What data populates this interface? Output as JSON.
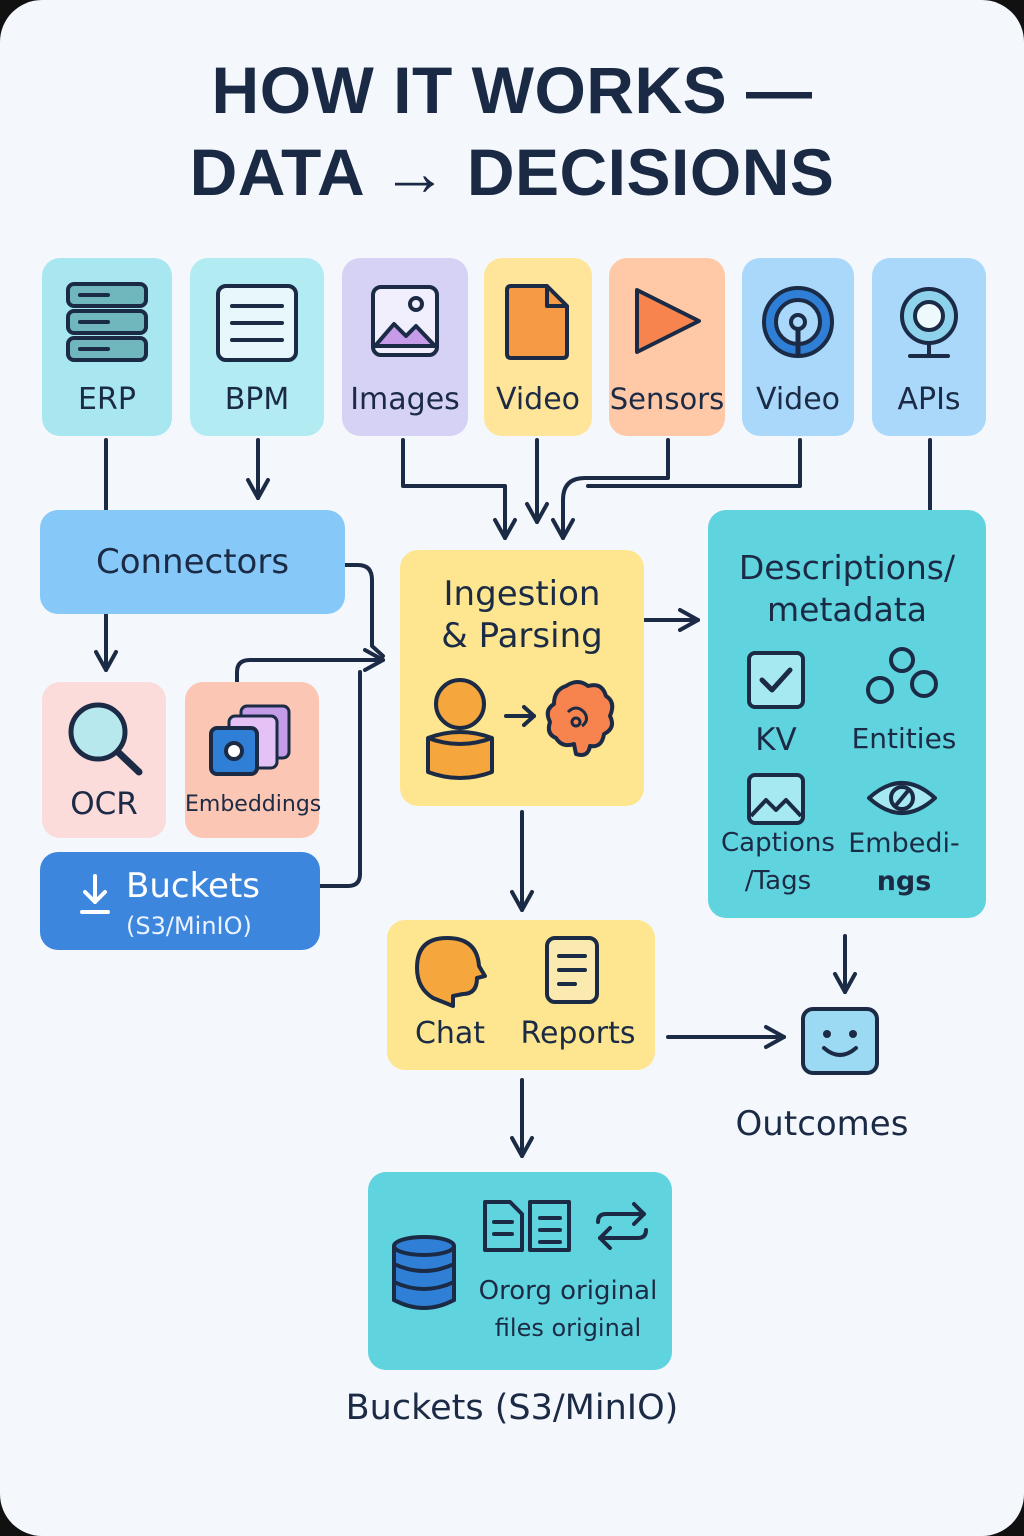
{
  "title": {
    "line1": "HOW IT WORKS —",
    "line2": "DATA → DECISIONS"
  },
  "sources": [
    {
      "label": "ERP",
      "icon": "server-rack-icon",
      "color": "#a8e6f0"
    },
    {
      "label": "BPM",
      "icon": "document-list-icon",
      "color": "#b2ebf2"
    },
    {
      "label": "Images",
      "icon": "image-icon",
      "color": "#d6d2f5"
    },
    {
      "label": "Video",
      "icon": "file-icon",
      "color": "#ffe59a"
    },
    {
      "label": "Sensors",
      "icon": "play-icon",
      "color": "#ffc9a8"
    },
    {
      "label": "Video",
      "icon": "target-icon",
      "color": "#a9d8fb"
    },
    {
      "label": "APIs",
      "icon": "webcam-icon",
      "color": "#a9d8fb"
    }
  ],
  "connectors": {
    "label": "Connectors"
  },
  "ocr": {
    "label": "OCR"
  },
  "embeddings_small": {
    "label": "Embeddings"
  },
  "buckets_left": {
    "title": "Buckets",
    "subtitle": "(S3/MinIO)"
  },
  "ingestion": {
    "line1": "Ingestion",
    "line2": "& Parsing"
  },
  "metadata": {
    "line1": "Descriptions/",
    "line2": "metadata",
    "items": [
      {
        "label": "KV",
        "icon": "checkbox-icon"
      },
      {
        "label": "Entities",
        "icon": "entities-icon"
      },
      {
        "label_line1": "Captions",
        "label_line2": "/Tags",
        "icon": "image-frame-icon"
      },
      {
        "label_line1": "Embedi-",
        "label_line2": "ngs",
        "icon": "eye-icon"
      }
    ]
  },
  "outputs": {
    "chat": "Chat",
    "reports": "Reports"
  },
  "outcomes": {
    "label": "Outcomes"
  },
  "storage": {
    "line1": "Ororg original",
    "line2": "files original"
  },
  "buckets_bottom": {
    "label": "Buckets (S3/MinIO)"
  },
  "colors": {
    "line": "#1c2b45",
    "teal": "#5fd3de",
    "yellow": "#fde68f",
    "blue_light": "#86c9f8",
    "blue_dark": "#3d86dd",
    "pink": "#fbdcdb",
    "salmon": "#fbc6b4"
  }
}
